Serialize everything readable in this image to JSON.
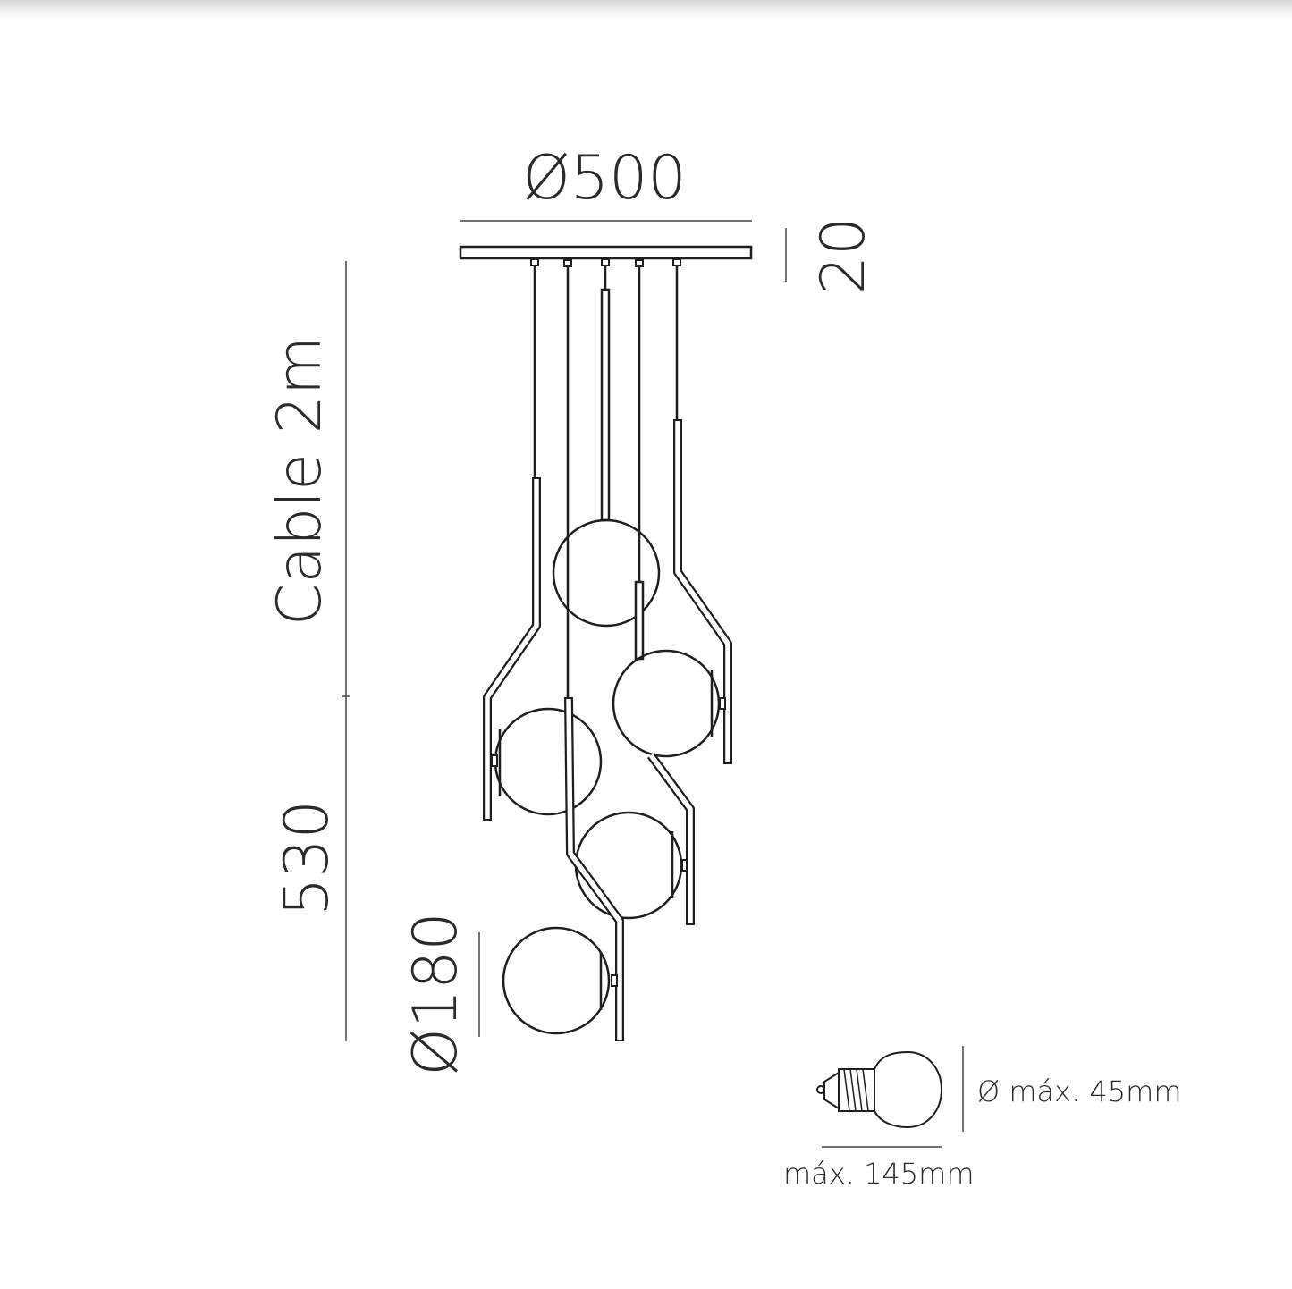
{
  "drawing": {
    "title": "Pendant lamp dimension drawing",
    "labels": {
      "canopy_diameter": "Ø500",
      "canopy_height": "20",
      "cable_length": "Cable 2m",
      "fixture_height": "530",
      "globe_diameter": "Ø180"
    },
    "bulb": {
      "diameter_label": "Ø  máx. 45mm",
      "length_label": "máx. 145mm"
    },
    "pendant_count": 5,
    "colors": {
      "line": "#1e1e1e",
      "text": "#2a2a2a",
      "background": "#ffffff"
    }
  }
}
